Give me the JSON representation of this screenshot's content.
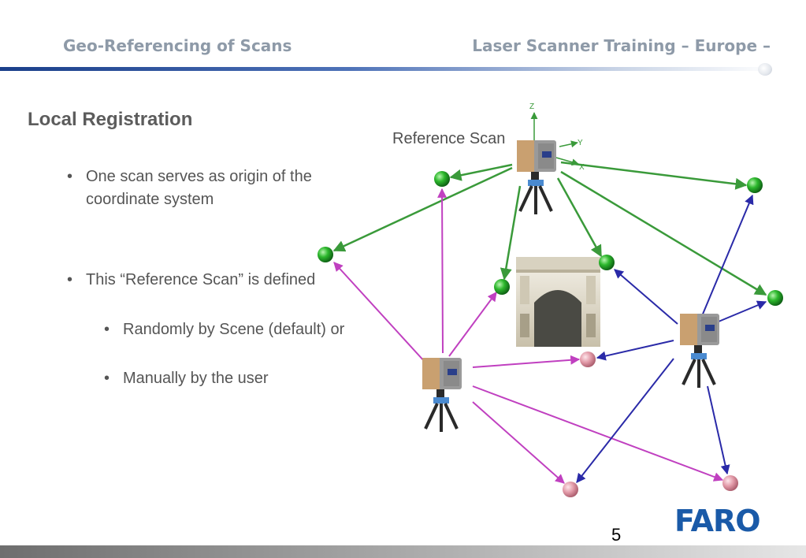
{
  "header": {
    "left_title": "Geo-Referencing of Scans",
    "right_title": "Laser Scanner Training – Europe –"
  },
  "slide": {
    "title": "Local Registration",
    "bullets": [
      {
        "text": "One scan serves as origin of the coordinate system"
      },
      {
        "text": "This “Reference Scan” is defined"
      }
    ],
    "sub_bullets": [
      {
        "text": "Randomly by Scene (default) or"
      },
      {
        "text": "Manually by the user"
      }
    ]
  },
  "diagram": {
    "reference_label": "Reference Scan",
    "axes": {
      "z": "Z",
      "y": "Y",
      "x": "X"
    },
    "colors": {
      "green_arrow": "#3a9a3a",
      "magenta_arrow": "#c040c0",
      "blue_arrow": "#2a2aa8",
      "green_target": "#2db82d",
      "pink_target": "#e29aa8"
    },
    "scanner_icon": "laser-scanner-icon",
    "landmark_icon": "arc-de-triomphe-icon"
  },
  "footer": {
    "page_number": "5",
    "logo_text": "FARO",
    "logo_color": "#1a5aa8"
  }
}
